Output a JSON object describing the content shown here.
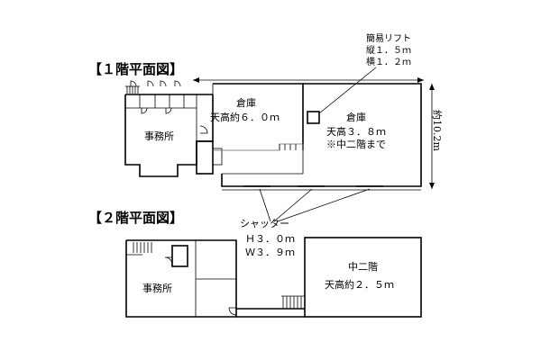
{
  "floor1": {
    "heading": "【１階平面図】",
    "office_label": "事務所",
    "warehouse_a": {
      "name": "倉庫",
      "ceiling": "天高約６．０ｍ"
    },
    "warehouse_b": {
      "name": "倉庫",
      "ceiling": "天高３．８ｍ",
      "note": "※中二階まで"
    },
    "width_dim": "約10.2m"
  },
  "lift": {
    "title": "簡易リフト",
    "depth": "縦１．５ｍ",
    "width": "横１．２ｍ"
  },
  "shutter": {
    "title": "シャッター",
    "height": "Ｈ３．０ｍ",
    "width": "Ｗ３．９ｍ"
  },
  "floor2": {
    "heading": "【２階平面図】",
    "office_label": "事務所",
    "mezzanine": {
      "name": "中二階",
      "ceiling": "天高約２．５ｍ"
    }
  },
  "style": {
    "line_color": "#000000",
    "background": "#ffffff"
  }
}
